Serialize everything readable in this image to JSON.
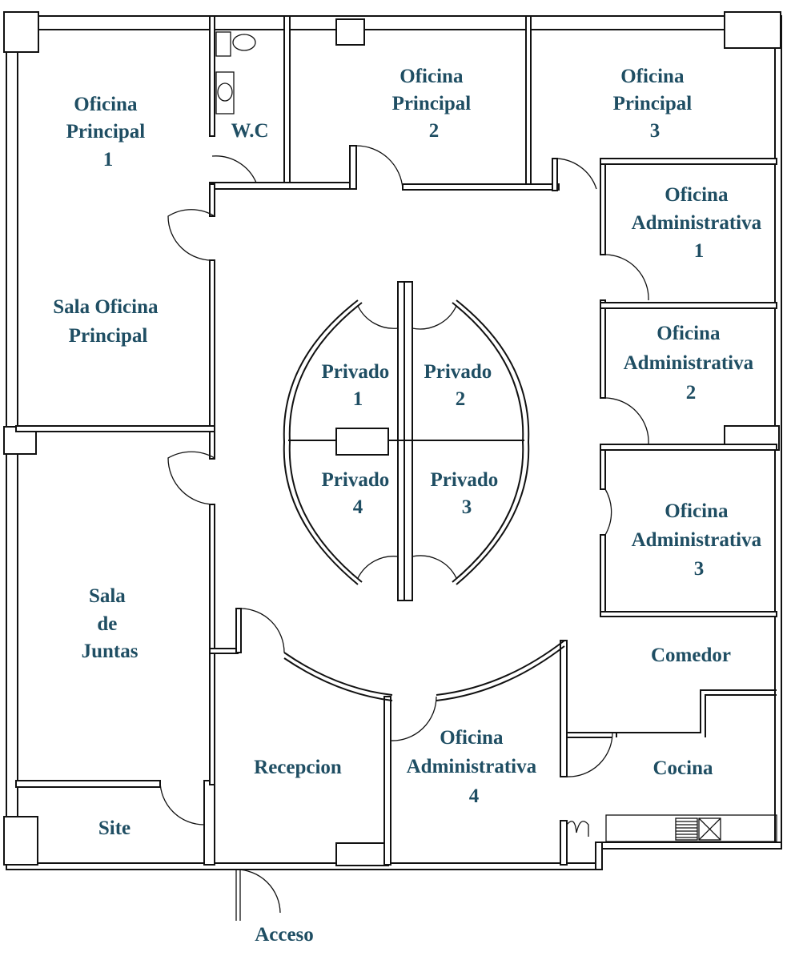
{
  "plan": {
    "rooms": {
      "oficina_principal_1": [
        "Oficina",
        "Principal",
        "1"
      ],
      "wc": [
        "W.C"
      ],
      "oficina_principal_2": [
        "Oficina",
        "Principal",
        "2"
      ],
      "oficina_principal_3": [
        "Oficina",
        "Principal",
        "3"
      ],
      "oficina_admin_1": [
        "Oficina",
        "Administrativa",
        "1"
      ],
      "sala_oficina_principal": [
        "Sala Oficina",
        "Principal"
      ],
      "privado_1": [
        "Privado",
        "1"
      ],
      "privado_2": [
        "Privado",
        "2"
      ],
      "privado_3": [
        "Privado",
        "3"
      ],
      "privado_4": [
        "Privado",
        "4"
      ],
      "oficina_admin_2": [
        "Oficina",
        "Administrativa",
        "2"
      ],
      "oficina_admin_3": [
        "Oficina",
        "Administrativa",
        "3"
      ],
      "sala_de_juntas": [
        "Sala",
        "de",
        "Juntas"
      ],
      "comedor": [
        "Comedor"
      ],
      "recepcion": [
        "Recepcion"
      ],
      "oficina_admin_4": [
        "Oficina",
        "Administrativa",
        "4"
      ],
      "cocina": [
        "Cocina"
      ],
      "site": [
        "Site"
      ],
      "acceso": [
        "Acceso"
      ]
    },
    "label_color": "#1f4e63"
  }
}
